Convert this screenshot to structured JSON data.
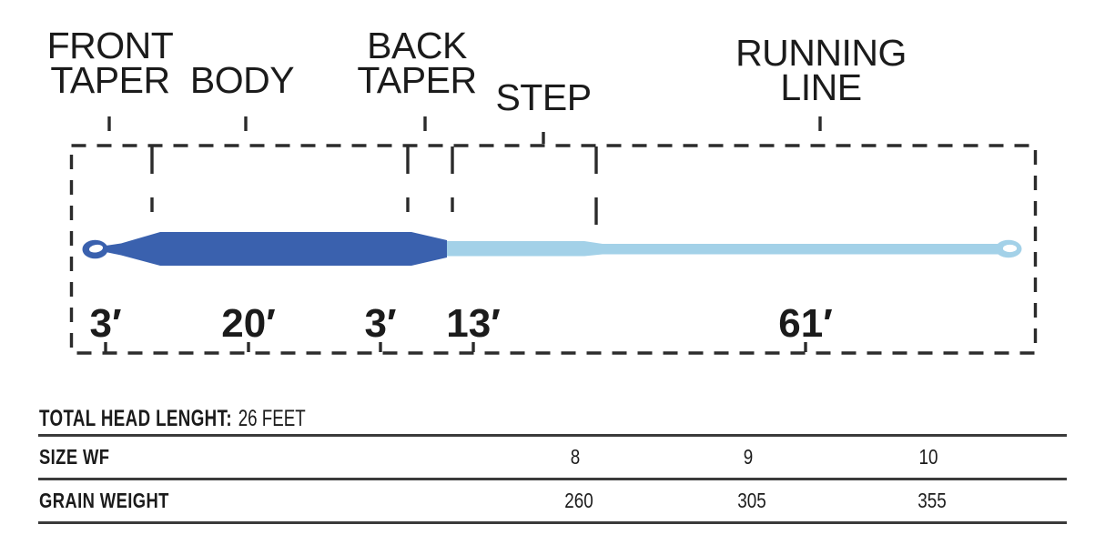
{
  "diagram": {
    "sections": [
      {
        "label": "FRONT TAPER",
        "length": "3′"
      },
      {
        "label": "BODY",
        "length": "20′"
      },
      {
        "label": "BACK TAPER",
        "length": "3′"
      },
      {
        "label": "STEP",
        "length": "13′"
      },
      {
        "label": "RUNNING LINE",
        "length": "61′"
      }
    ],
    "colors": {
      "head_blue": "#3a61ae",
      "running_light_blue": "#a3d1e8",
      "dash_outline": "#2b2b2b"
    }
  },
  "summary": {
    "label": "TOTAL HEAD LENGHT:",
    "value": "26 FEET"
  },
  "table": {
    "rows": [
      {
        "label": "SIZE WF",
        "values": [
          "8",
          "9",
          "10"
        ]
      },
      {
        "label": "GRAIN WEIGHT",
        "values": [
          "260",
          "305",
          "355"
        ]
      }
    ]
  }
}
